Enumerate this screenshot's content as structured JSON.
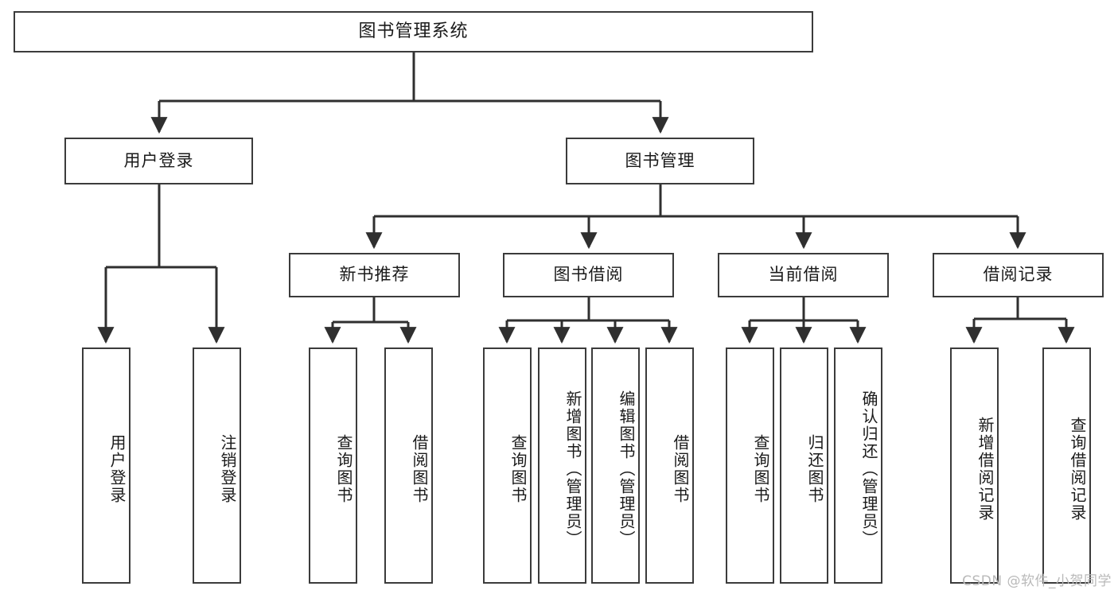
{
  "diagram": {
    "title": "图书管理系统",
    "type": "tree-hierarchy-chart",
    "root": {
      "label": "图书管理系统"
    },
    "level1": [
      {
        "label": "用户登录"
      },
      {
        "label": "图书管理"
      }
    ],
    "level2": [
      {
        "label": "新书推荐"
      },
      {
        "label": "图书借阅"
      },
      {
        "label": "当前借阅"
      },
      {
        "label": "借阅记录"
      }
    ],
    "leaves": {
      "user_login": [
        {
          "label": "用户登录"
        },
        {
          "label": "注销登录"
        }
      ],
      "new_book_recommend": [
        {
          "label": "查询图书"
        },
        {
          "label": "借阅图书"
        }
      ],
      "book_borrow": [
        {
          "label": "查询图书"
        },
        {
          "label": "新增图书（管理员）"
        },
        {
          "label": "编辑图书（管理员）"
        },
        {
          "label": "借阅图书"
        }
      ],
      "current_borrow": [
        {
          "label": "查询图书"
        },
        {
          "label": "归还图书"
        },
        {
          "label": "确认归还（管理员）"
        }
      ],
      "borrow_record": [
        {
          "label": "新增借阅记录"
        },
        {
          "label": "查询借阅记录"
        }
      ]
    }
  },
  "watermark": {
    "text": "CSDN @软件_小贺同学"
  },
  "colors": {
    "stroke": "#3b3b3b",
    "background": "#ffffff",
    "text": "#1a1a1a",
    "watermark": "#b9b9b9"
  }
}
